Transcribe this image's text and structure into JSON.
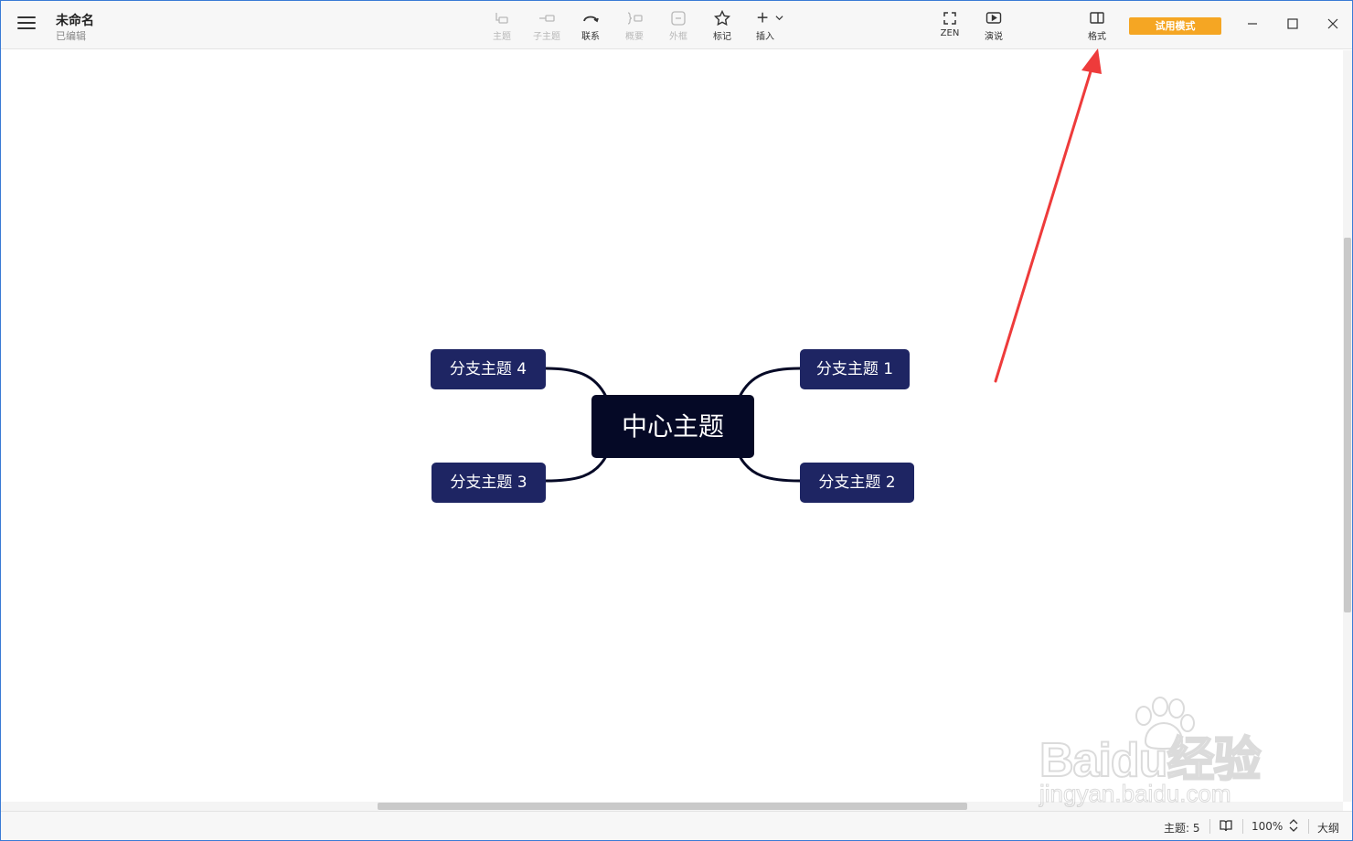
{
  "document": {
    "title": "未命名",
    "status": "已编辑"
  },
  "toolbar": [
    {
      "name": "tool-topic",
      "icon": "topic-icon",
      "label": "主题",
      "enabled": false
    },
    {
      "name": "tool-subtopic",
      "icon": "subtopic-icon",
      "label": "子主题",
      "enabled": false
    },
    {
      "name": "tool-relationship",
      "icon": "relationship-icon",
      "label": "联系",
      "enabled": true
    },
    {
      "name": "tool-summary",
      "icon": "summary-icon",
      "label": "概要",
      "enabled": false
    },
    {
      "name": "tool-boundary",
      "icon": "boundary-icon",
      "label": "外框",
      "enabled": false
    },
    {
      "name": "tool-marker",
      "icon": "star-icon",
      "label": "标记",
      "enabled": true
    },
    {
      "name": "tool-insert",
      "icon": "plus-icon",
      "label": "插入",
      "enabled": true
    }
  ],
  "right_tools": [
    {
      "name": "tool-zen",
      "icon": "fullscreen-icon",
      "label": "ZEN"
    },
    {
      "name": "tool-pitch",
      "icon": "play-icon",
      "label": "演说"
    },
    {
      "name": "tool-format",
      "icon": "format-panel-icon",
      "label": "格式"
    }
  ],
  "trial_button": {
    "label": "试用模式",
    "color": "#f5a623"
  },
  "mindmap": {
    "central": "中心主题",
    "branches": [
      {
        "id": 1,
        "label": "分支主题 1"
      },
      {
        "id": 2,
        "label": "分支主题 2"
      },
      {
        "id": 3,
        "label": "分支主题 3"
      },
      {
        "id": 4,
        "label": "分支主题 4"
      }
    ],
    "central_color": "#050926",
    "branch_color": "#1e2563"
  },
  "statusbar": {
    "topic_count": "主题: 5",
    "zoom": "100%",
    "outline_label": "大纲"
  },
  "annotation": {
    "color": "#ee3b3b"
  },
  "watermark": {
    "text": "Baidu经验",
    "sub": "jingyan.baidu.com"
  }
}
